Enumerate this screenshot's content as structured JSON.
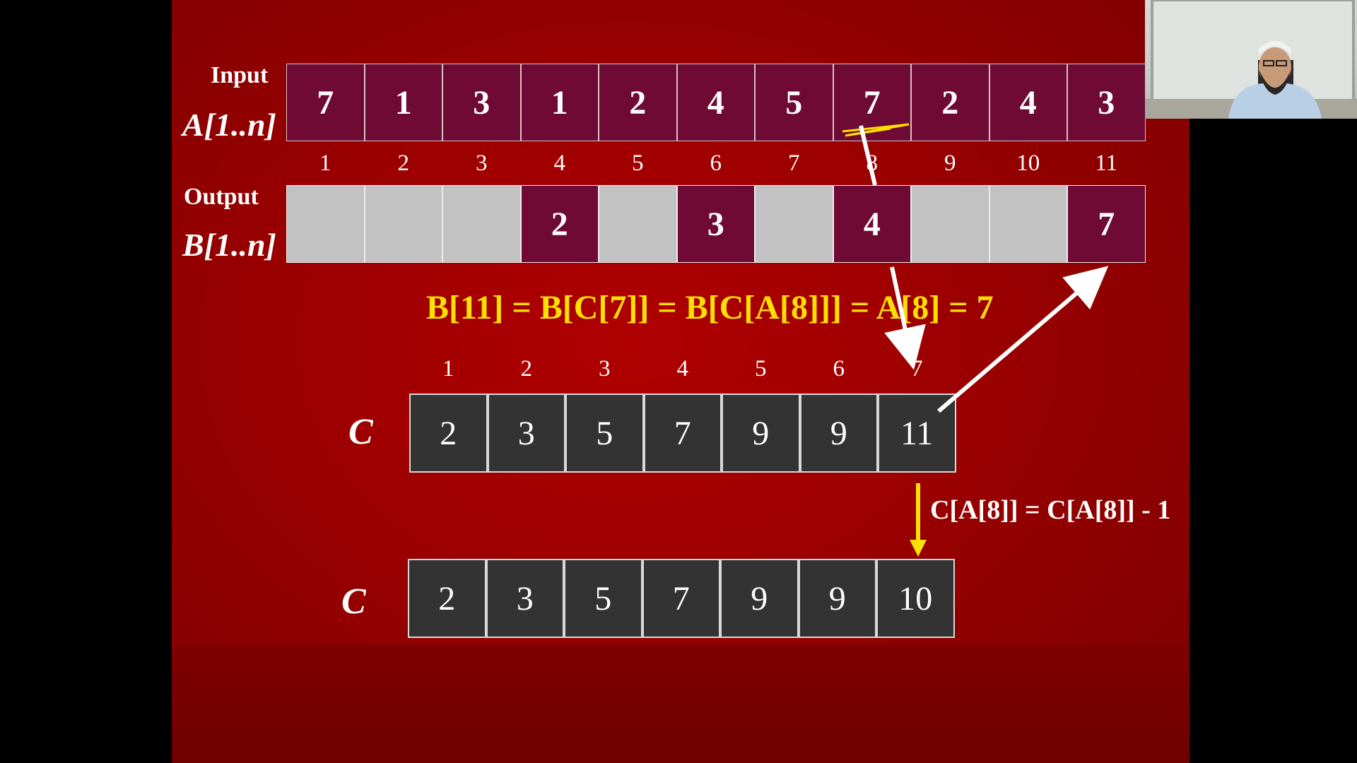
{
  "input_label": {
    "line1": "Input",
    "line2": "A[1..n]"
  },
  "output_label": {
    "line1": "Output",
    "line2": "B[1..n]"
  },
  "array_a": [
    "7",
    "1",
    "3",
    "1",
    "2",
    "4",
    "5",
    "7",
    "2",
    "4",
    "3"
  ],
  "indices_ab": [
    "1",
    "2",
    "3",
    "4",
    "5",
    "6",
    "7",
    "8",
    "9",
    "10",
    "11"
  ],
  "array_b": [
    "",
    "",
    "",
    "2",
    "",
    "3",
    "",
    "4",
    "",
    "",
    "7"
  ],
  "formula_main": "B[11] = B[C[7]] = B[C[A[8]]] = A[8] = 7",
  "indices_c": [
    "1",
    "2",
    "3",
    "4",
    "5",
    "6",
    "7"
  ],
  "c_label": "C",
  "array_c_before": [
    "2",
    "3",
    "5",
    "7",
    "9",
    "9",
    "11"
  ],
  "array_c_after": [
    "2",
    "3",
    "5",
    "7",
    "9",
    "9",
    "10"
  ],
  "formula_decrement": "C[A[8]] = C[A[8]] - 1",
  "colors": {
    "slide_background": "#9a0000",
    "highlight_cell": "#6e0a34",
    "empty_cell": "#c2c2c2",
    "count_cell": "#333333",
    "formula_text": "#ffe000",
    "arrow_white": "#ffffff",
    "arrow_yellow": "#ffe000"
  },
  "icons": [
    "arrow-a8-to-b8",
    "arrow-to-c7",
    "arrow-c7-to-b11",
    "down-arrow-decrement",
    "annotation-scribble",
    "webcam-presenter-feed"
  ]
}
